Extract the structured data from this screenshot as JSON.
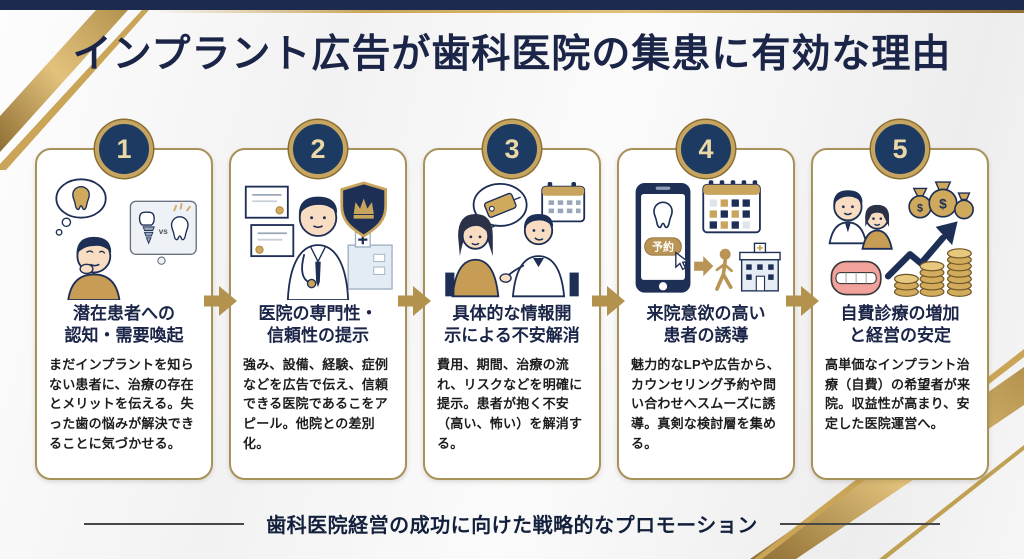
{
  "page": {
    "title": "インプラント広告が歯科医院の集患に有効な理由",
    "footer_label": "歯科医院経営の成功に向けた戦略的なプロモーション"
  },
  "colors": {
    "navy": "#1b2547",
    "gold": "#b3924e",
    "gold_light": "#d8ba76",
    "card_border": "#a8925a",
    "badge_fill": "#1d3a63",
    "background": "#f4f4f5",
    "body_text": "#1c1c1c"
  },
  "steps": [
    {
      "number": "1",
      "title_line1": "潜在患者への",
      "title_line2": "認知・需要喚起",
      "body": "まだインプラントを知らない患者に、治療の存在とメリットを伝える。失った歯の悩みが解決できることに気づかせる。",
      "labels": {
        "vs": "vs"
      }
    },
    {
      "number": "2",
      "title_line1": "医院の専門性・",
      "title_line2": "信頼性の提示",
      "body": "強み、設備、経験、症例などを広告で伝え、信頼できる医院であるこをアピール。他院との差別化。"
    },
    {
      "number": "3",
      "title_line1": "具体的な情報開",
      "title_line2": "示による不安解消",
      "body": "費用、期間、治療の流れ、リスクなどを明確に提示。患者が抱く不安（高い、怖い）を解消する。"
    },
    {
      "number": "4",
      "title_line1": "来院意欲の高い",
      "title_line2": "患者の誘導",
      "body": "魅力的なLPや広告から、カウンセリング予約や問い合わせへスムーズに誘導。真剣な検討層を集める。",
      "labels": {
        "reserve": "予約"
      }
    },
    {
      "number": "5",
      "title_line1": "自費診療の増加",
      "title_line2": "と経営の安定",
      "body": "高単価なインプラント治療（自費）の希望者が来院。収益性が高まり、安定した医院運営へ。",
      "labels": {
        "dollar": "$"
      }
    }
  ]
}
